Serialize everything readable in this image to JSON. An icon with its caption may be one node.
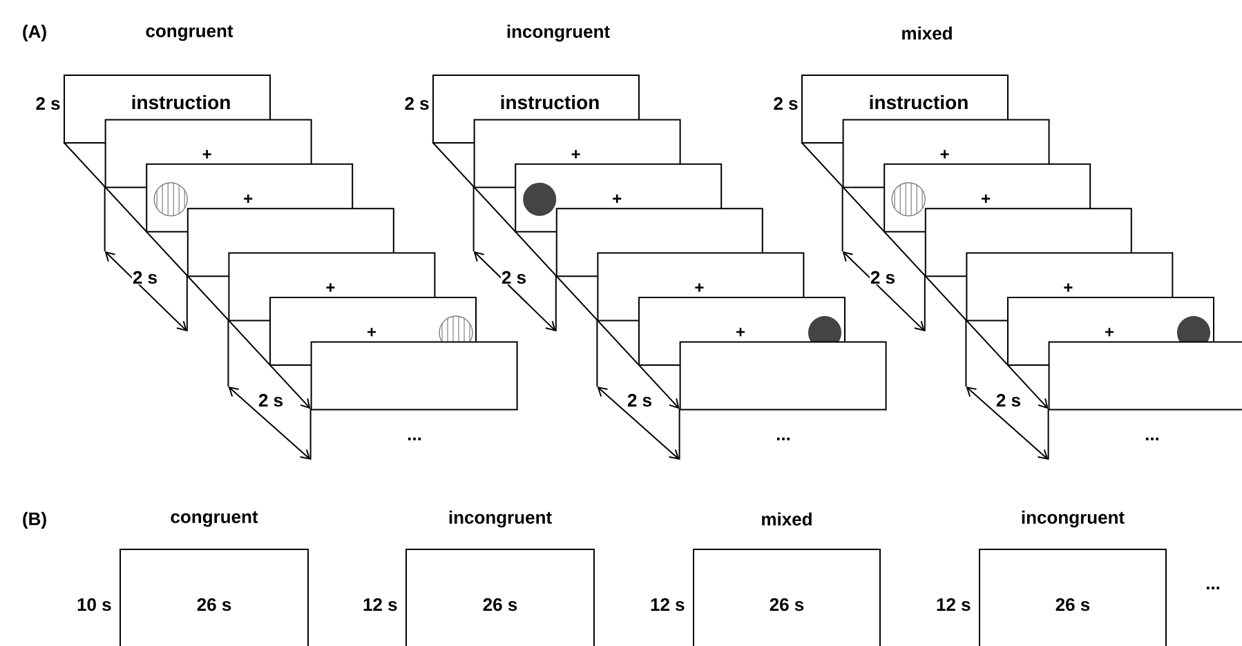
{
  "diagram": {
    "nodes": [
      {
        "text": [
          "instruction"
        ]
      },
      {
        "text": [
          "+"
        ]
      },
      {
        "text": [
          "+"
        ]
      },
      {
        "text": [],
        "shape": "box"
      },
      {
        "text": [
          "+"
        ]
      },
      {
        "text": [
          "+"
        ]
      },
      {
        "text": [],
        "shape": "box"
      },
      {
        "text": [
          "instruction"
        ]
      },
      {
        "text": [
          "+"
        ]
      },
      {
        "text": [
          "+"
        ]
      },
      {
        "text": [],
        "shape": "box"
      },
      {
        "text": [
          "+"
        ]
      },
      {
        "text": [
          "+"
        ]
      },
      {
        "text": [],
        "shape": "box"
      },
      {
        "text": [
          "instruction"
        ]
      },
      {
        "text": [
          "+"
        ]
      },
      {
        "text": [
          "+"
        ]
      },
      {
        "text": [],
        "shape": "box"
      },
      {
        "text": [
          "+"
        ]
      },
      {
        "text": [
          "+"
        ]
      },
      {
        "text": [],
        "shape": "box"
      },
      {
        "text": [
          "congruent",
          "26 s"
        ]
      },
      {
        "text": [
          "incongruent",
          "26 s"
        ]
      },
      {
        "text": [
          "mixed",
          "26 s"
        ]
      },
      {
        "text": [
          "incongruent",
          "26 s"
        ]
      }
    ],
    "edges": [],
    "labels": [
      "(A)",
      "congruent",
      "incongruent",
      "mixed",
      "2 s",
      "2 s",
      "2 s",
      "...",
      "2 s",
      "2 s",
      "2 s",
      "...",
      "2 s",
      "2 s",
      "2 s",
      "...",
      "(B)",
      "10 s",
      "12 s",
      "12 s",
      "12 s",
      "..."
    ]
  }
}
